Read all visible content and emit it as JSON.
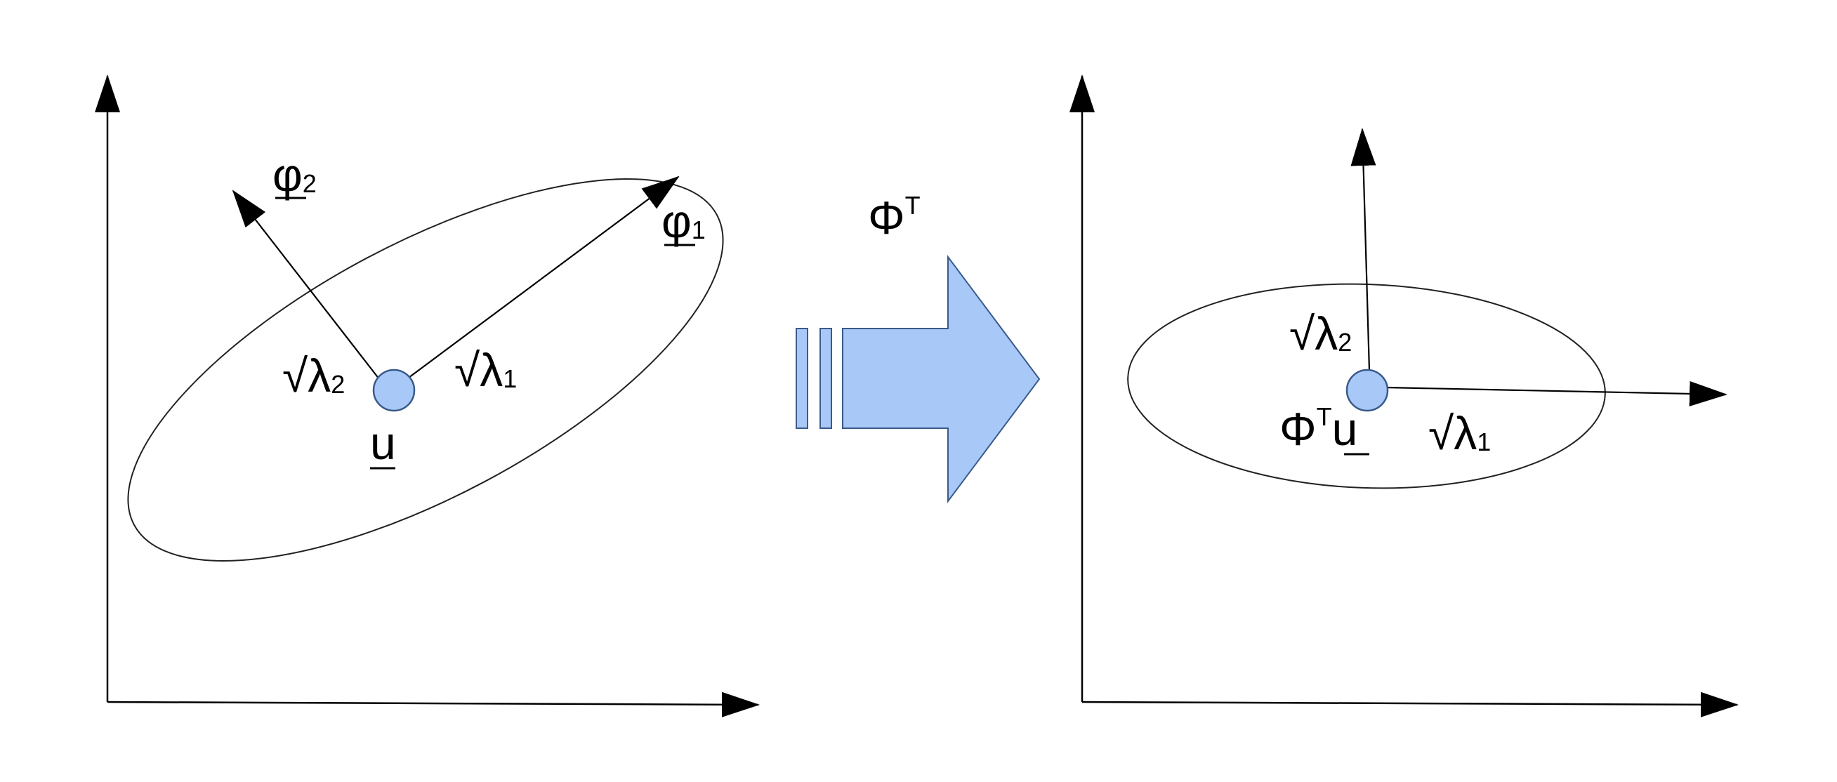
{
  "colors": {
    "fill": "#a8c8f8",
    "stroke": "#3a5a8a",
    "line": "#000000"
  },
  "left_panel": {
    "phi2": {
      "base": "φ",
      "sub": "2"
    },
    "phi1": {
      "base": "φ",
      "sub": "1"
    },
    "sqrt_lambda2": {
      "base": "√λ",
      "sub": "2"
    },
    "sqrt_lambda1": {
      "base": "√λ",
      "sub": "1"
    },
    "mean": "u"
  },
  "transform": {
    "base": "Φ",
    "sup": "T"
  },
  "right_panel": {
    "sqrt_lambda2": {
      "base": "√λ",
      "sub": "2"
    },
    "sqrt_lambda1": {
      "base": "√λ",
      "sub": "1"
    },
    "mean": {
      "base": "Φ",
      "sup": "T",
      "vec": "u"
    }
  }
}
